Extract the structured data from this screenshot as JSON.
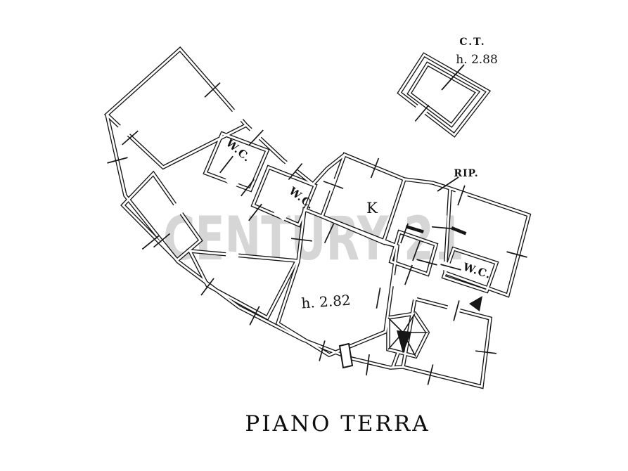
{
  "title": "PIANO TERRA",
  "watermark": "CENTURY 21",
  "labels": {
    "ct": "C.T.",
    "ct_height": "h. 2.88",
    "wc1": "W.C.",
    "wc2": "W.C.",
    "kitchen": "K",
    "storage": "RIP.",
    "wc3": "W.C.",
    "main_height": "h. 2.82"
  },
  "colors": {
    "line": "#161616",
    "watermark": "#d6d6d6",
    "background": "#ffffff"
  }
}
